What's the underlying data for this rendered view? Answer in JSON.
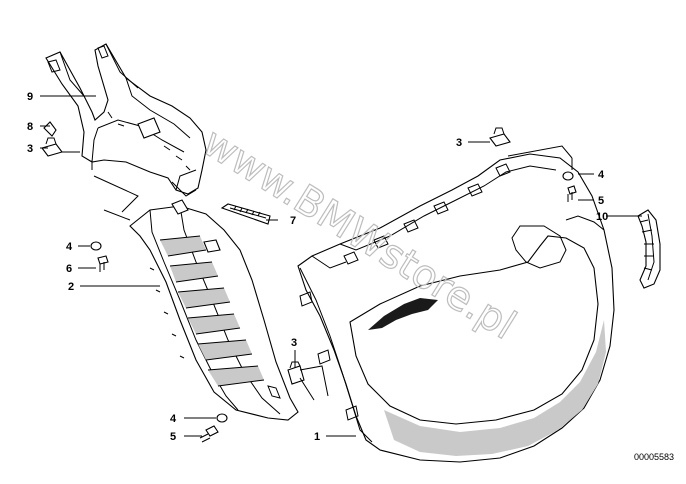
{
  "diagram": {
    "document_number": "00005583",
    "watermark": "www.BMWstore.pl",
    "callouts": [
      {
        "key": "c9",
        "label": "9"
      },
      {
        "key": "c8",
        "label": "8"
      },
      {
        "key": "c3a",
        "label": "3"
      },
      {
        "key": "c4a",
        "label": "4"
      },
      {
        "key": "c6",
        "label": "6"
      },
      {
        "key": "c2",
        "label": "2"
      },
      {
        "key": "c7",
        "label": "7"
      },
      {
        "key": "c3b",
        "label": "3"
      },
      {
        "key": "c4b",
        "label": "4"
      },
      {
        "key": "c5a",
        "label": "5"
      },
      {
        "key": "c10",
        "label": "10"
      },
      {
        "key": "c3c",
        "label": "3"
      },
      {
        "key": "c4c",
        "label": "4"
      },
      {
        "key": "c5b",
        "label": "5"
      },
      {
        "key": "c1",
        "label": "1"
      }
    ]
  }
}
